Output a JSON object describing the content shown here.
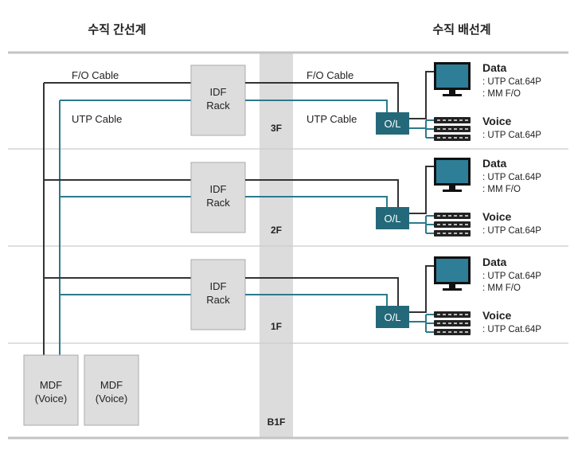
{
  "headers": {
    "left": "수직 간선계",
    "right": "수직 배선계"
  },
  "cables": {
    "fo": "F/O Cable",
    "utp": "UTP Cable"
  },
  "idf_label": [
    "IDF",
    "Rack"
  ],
  "ol_label": "O/L",
  "floors": [
    {
      "name": "3F",
      "devices": {
        "data_title": "Data",
        "data_lines": [
          ": UTP Cat.64P",
          ": MM F/O"
        ],
        "voice_title": "Voice",
        "voice_lines": [
          ": UTP Cat.64P"
        ]
      }
    },
    {
      "name": "2F",
      "devices": {
        "data_title": "Data",
        "data_lines": [
          ": UTP Cat.64P",
          ": MM F/O"
        ],
        "voice_title": "Voice",
        "voice_lines": [
          ": UTP Cat.64P"
        ]
      }
    },
    {
      "name": "1F",
      "devices": {
        "data_title": "Data",
        "data_lines": [
          ": UTP Cat.64P",
          ": MM F/O"
        ],
        "voice_title": "Voice",
        "voice_lines": [
          ": UTP Cat.64P"
        ]
      }
    }
  ],
  "basement": {
    "name": "B1F",
    "mdf_boxes": [
      [
        "MDF",
        "(Voice)"
      ],
      [
        "MDF",
        "(Voice)"
      ]
    ]
  },
  "colors": {
    "fo_line": "#333333",
    "utp_line": "#2c7a8c",
    "outlet": "#24697a",
    "box_fill": "#dddddd",
    "shaft": "#dcdcdc",
    "separator": "#c8c8c8",
    "monitor": "#2d7e96"
  }
}
